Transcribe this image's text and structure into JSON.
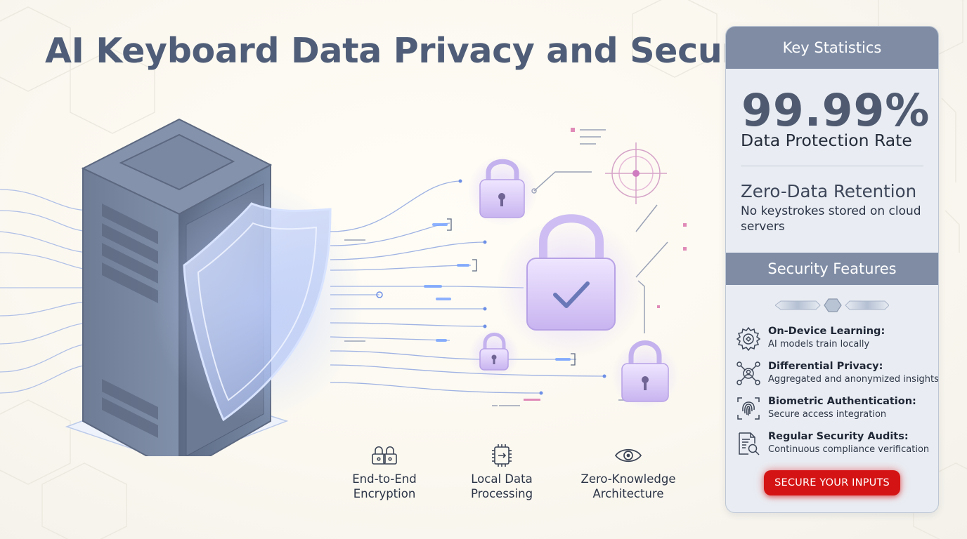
{
  "title": "AI Keyboard Data Privacy and Security",
  "features": [
    {
      "label": "End-to-End\nEncryption",
      "icon": "dual-padlock-icon"
    },
    {
      "label": "Local Data\nProcessing",
      "icon": "chip-icon"
    },
    {
      "label": "Zero-Knowledge\nArchitecture",
      "icon": "eye-icon"
    }
  ],
  "panel": {
    "key_statistics_heading": "Key Statistics",
    "stat_value": "99.99%",
    "stat_label": "Data Protection Rate",
    "retention_title": "Zero-Data Retention",
    "retention_desc": "No keystrokes stored on cloud servers",
    "security_features_heading": "Security Features",
    "features": [
      {
        "name": "On-Device Learning:",
        "desc": "AI models train locally",
        "icon": "gear-chip-icon"
      },
      {
        "name": "Differential Privacy:",
        "desc": "Aggregated and anonymized insights",
        "icon": "network-user-icon"
      },
      {
        "name": "Biometric Authentication:",
        "desc": "Secure access integration",
        "icon": "fingerprint-icon"
      },
      {
        "name": "Regular Security Audits:",
        "desc": "Continuous compliance verification",
        "icon": "document-search-icon"
      }
    ],
    "cta_label": "SECURE YOUR INPUTS"
  },
  "colors": {
    "title": "#4f5d78",
    "panel_header": "#7f8ca4",
    "cta": "#d41414",
    "lock_purple": "#c8b4f0",
    "shield_blue": "#9fb6f2"
  }
}
